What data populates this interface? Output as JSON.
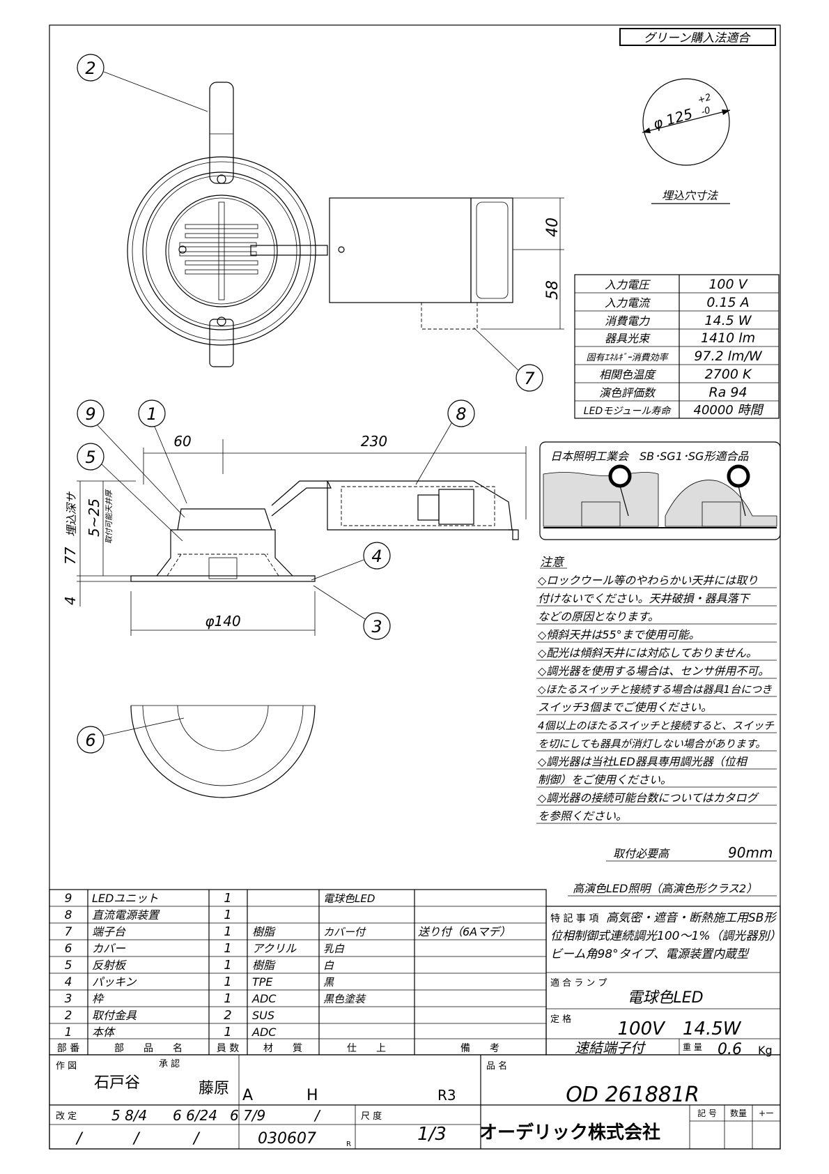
{
  "badge": "グリーン購入法適合",
  "cutout": {
    "dia": "φ 125",
    "tol_plus": "+2",
    "tol_minus": "-0",
    "label": "埋込穴寸法"
  },
  "dims": {
    "d40": "40",
    "d58": "58",
    "d60": "60",
    "d230": "230",
    "d77": "77",
    "embed_depth": "埋込深サ",
    "d525": "5~25",
    "ceiling_thick": "取付可能天井厚",
    "d4": "4",
    "d140": "φ140"
  },
  "callouts": [
    "1",
    "2",
    "3",
    "4",
    "5",
    "6",
    "7",
    "8",
    "9"
  ],
  "specs": [
    {
      "k": "入力電圧",
      "v": "100 V"
    },
    {
      "k": "入力電流",
      "v": "0.15 A"
    },
    {
      "k": "消費電力",
      "v": "14.5 W"
    },
    {
      "k": "器具光束",
      "v": "1410 lm"
    },
    {
      "k": "固有ｴﾈﾙｷﾞｰ消費効率",
      "v": "97.2 lm/W"
    },
    {
      "k": "相関色温度",
      "v": "2700 K"
    },
    {
      "k": "演色評価数",
      "v": "Ra 94"
    },
    {
      "k": "LEDモジュール寿命",
      "v": "40000 時間"
    }
  ],
  "jil": {
    "title": "日本照明工業会　SB･SG1･SG形適合品"
  },
  "notes": {
    "heading": "注意",
    "lines": [
      "◇ロックウール等のやわらかい天井には取り",
      "付けないでください。天井破損・器具落下",
      "などの原因となります。",
      "◇傾斜天井は55°まで使用可能。",
      "◇配光は傾斜天井には対応しておりません。",
      "◇調光器を使用する場合は、センサ併用不可。",
      "◇ほたるスイッチと接続する場合は器具1台につき",
      "スイッチ3個までご使用ください。",
      "4個以上のほたるスイッチと接続すると、スイッチ",
      "を切にしても器具が消灯しない場合があります。",
      "◇調光器は当社LED器具専用調光器（位相",
      "制御）をご使用ください。",
      "◇調光器の接続可能台数についてはカタログ",
      "を参照ください。"
    ]
  },
  "mount_height": {
    "label": "取付必要高",
    "value": "90mm"
  },
  "high_cri": "高演色LED照明（高演色形クラス2）",
  "parts": [
    {
      "no": "9",
      "name": "LEDユニット",
      "qty": "1",
      "mat": "",
      "finish": "電球色LED",
      "remark": ""
    },
    {
      "no": "8",
      "name": "直流電源装置",
      "qty": "1",
      "mat": "",
      "finish": "",
      "remark": ""
    },
    {
      "no": "7",
      "name": "端子台",
      "qty": "1",
      "mat": "樹脂",
      "finish": "カバー付",
      "remark": "送り付（6Aマデ）"
    },
    {
      "no": "6",
      "name": "カバー",
      "qty": "1",
      "mat": "アクリル",
      "finish": "乳白",
      "remark": ""
    },
    {
      "no": "5",
      "name": "反射板",
      "qty": "1",
      "mat": "樹脂",
      "finish": "白",
      "remark": ""
    },
    {
      "no": "4",
      "name": "パッキン",
      "qty": "1",
      "mat": "TPE",
      "finish": "黒",
      "remark": ""
    },
    {
      "no": "3",
      "name": "枠",
      "qty": "1",
      "mat": "ADC",
      "finish": "黒色塗装",
      "remark": ""
    },
    {
      "no": "2",
      "name": "取付金具",
      "qty": "2",
      "mat": "SUS",
      "finish": "",
      "remark": ""
    },
    {
      "no": "1",
      "name": "本体",
      "qty": "1",
      "mat": "ADC",
      "finish": "",
      "remark": ""
    }
  ],
  "headers": {
    "no": "部 番",
    "name": "部　　品　　名",
    "qty": "員 数",
    "mat": "材　　質",
    "finish": "仕　　上",
    "remark": "備　　考"
  },
  "special": {
    "label": "特 記 事 項",
    "l1": "高気密・遮音・断熱施工用SB形",
    "l2": "位相制御式連続調光100～1%（調光器別）",
    "l3": "ビーム角98°タイプ、電源装置内蔵型"
  },
  "lamp": {
    "label": "適 合 ラ ン プ",
    "value": "電球色LED"
  },
  "rating": {
    "label": "定 格",
    "value": "100V　14.5W"
  },
  "terminal": "速結端子付",
  "weight": {
    "label": "重 量",
    "value": "0.6",
    "unit": "Kg"
  },
  "title_block": {
    "drawn_label": "作 図",
    "drawn": "石戸谷",
    "approved_label": "承 認",
    "approved": "藤原",
    "a": "A",
    "h": "H",
    "rev": "R3",
    "pname_label": "品 名",
    "product": "OD 261881R",
    "change_label": "改 定",
    "c1": "5 8/4",
    "c2": "6 6/24",
    "c3": "6 7/9",
    "c4": "/",
    "scale_label": "尺 度",
    "scale": "1/3",
    "slash": "/",
    "docno": "030607",
    "docsuffix": "R",
    "company": "オーデリック株式会社",
    "sym_label": "記 号",
    "qty_label": "数量",
    "plusminus": "+ー"
  }
}
